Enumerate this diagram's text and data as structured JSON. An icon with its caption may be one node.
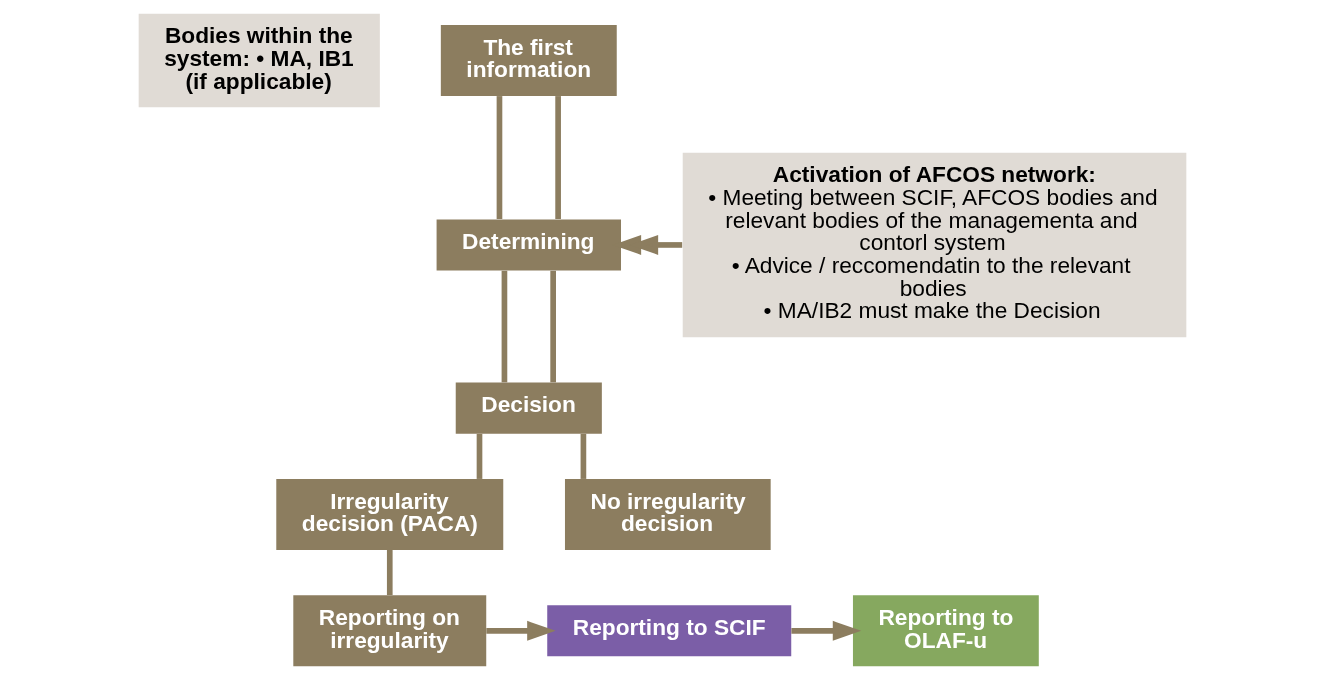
{
  "diagram": {
    "nodes": [
      {
        "text": [
          "Bodies within the system: • MA, IB1 (if applicable)"
        ]
      },
      {
        "text": [
          "The first information"
        ]
      },
      {
        "text": [
          "Determining"
        ]
      },
      {
        "text": [
          "Decision"
        ]
      },
      {
        "text": [
          "Activation of AFCOS network:",
          "• Meeting between SCIF, AFCOS bodies and relevant bodies of the managementa and contorl system",
          "• Advice / reccomendatin to the relevant bodies",
          "• MA/IB2 must make the Decision"
        ]
      },
      {
        "text": [
          "Irregularity decision (PACA)"
        ]
      },
      {
        "text": [
          "No irregularity decision"
        ]
      },
      {
        "text": [
          "Reporting on irregularity"
        ]
      },
      {
        "text": [
          "Reporting to SCIF"
        ]
      },
      {
        "text": [
          "Reporting to OLAF-u"
        ]
      }
    ],
    "edges": [
      {
        "from": 1,
        "to": 2,
        "arrow": "none"
      },
      {
        "from": 1,
        "to": 2,
        "arrow": "none"
      },
      {
        "from": 2,
        "to": 3,
        "arrow": "none"
      },
      {
        "from": 2,
        "to": 3,
        "arrow": "none"
      },
      {
        "from": 3,
        "to": 5,
        "arrow": "none"
      },
      {
        "from": 3,
        "to": 6,
        "arrow": "none"
      },
      {
        "from": 4,
        "to": 2,
        "arrow": "to"
      },
      {
        "from": 5,
        "to": 7,
        "arrow": "none"
      },
      {
        "from": 7,
        "to": 8,
        "arrow": "to"
      },
      {
        "from": 8,
        "to": 9,
        "arrow": "to"
      }
    ]
  }
}
